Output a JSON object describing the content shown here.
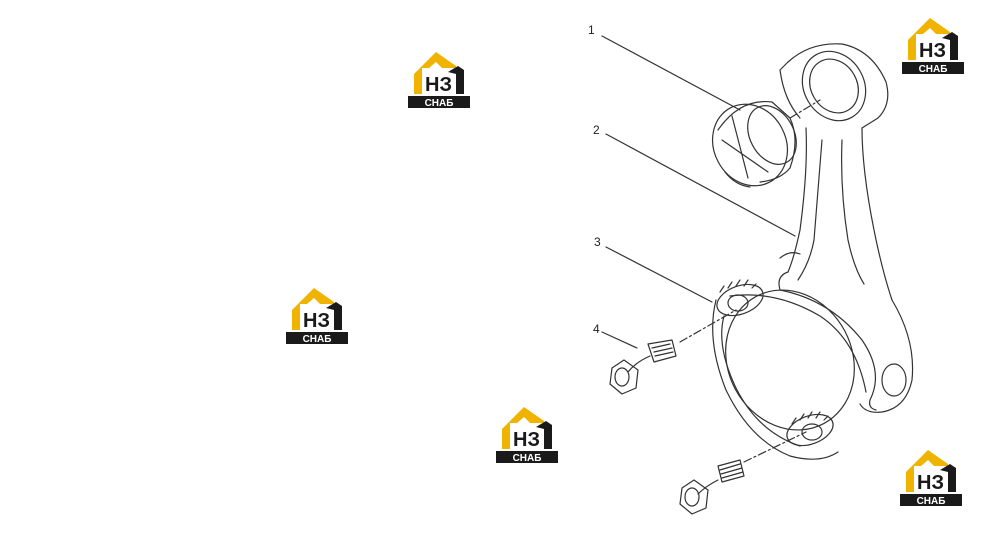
{
  "logo": {
    "top_text": "НЗ",
    "bottom_text": "СНАБ",
    "accent": "#f0b400",
    "dark": "#1a1a1a"
  },
  "callouts": [
    "1",
    "2",
    "3",
    "4"
  ],
  "parts": [
    "bushing",
    "connecting-rod",
    "rod-cap",
    "rod-bolt"
  ]
}
